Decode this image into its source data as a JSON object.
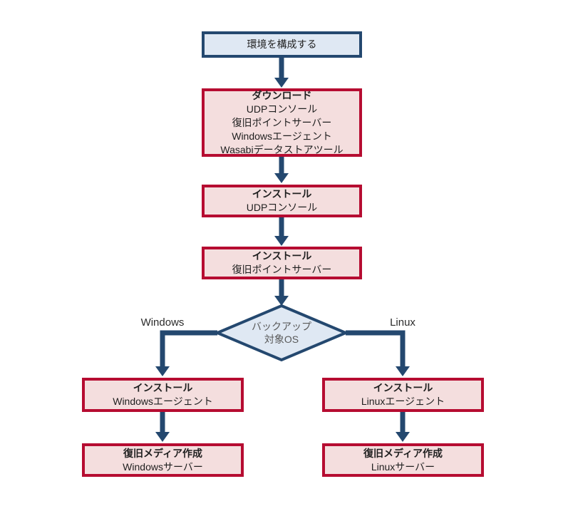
{
  "diagram": {
    "type": "flowchart",
    "nodes": {
      "start": {
        "label": "環境を構成する"
      },
      "download": {
        "title": "ダウンロード",
        "items": [
          "UDPコンソール",
          "復旧ポイントサーバー",
          "Windowsエージェント",
          "Wasabiデータストアツール"
        ]
      },
      "install_udp_console": {
        "title": "インストール",
        "subtitle": "UDPコンソール"
      },
      "install_recovery_point_server": {
        "title": "インストール",
        "subtitle": "復旧ポイントサーバー"
      },
      "decision_backup_os": {
        "lines": [
          "バックアップ",
          "対象OS"
        ]
      },
      "install_windows_agent": {
        "title": "インストール",
        "subtitle": "Windowsエージェント"
      },
      "install_linux_agent": {
        "title": "インストール",
        "subtitle": "Linuxエージェント"
      },
      "create_recovery_media_windows": {
        "title": "復旧メディア作成",
        "subtitle": "Windowsサーバー"
      },
      "create_recovery_media_linux": {
        "title": "復旧メディア作成",
        "subtitle": "Linuxサーバー"
      }
    },
    "edges": {
      "left_label": "Windows",
      "right_label": "Linux"
    },
    "colors": {
      "navy_border_arrow": "#24486f",
      "red_border": "#b60c31",
      "pink_fill": "#f4dede",
      "light_blue_fill": "#dfe8f3",
      "decision_text": "#595959"
    }
  }
}
